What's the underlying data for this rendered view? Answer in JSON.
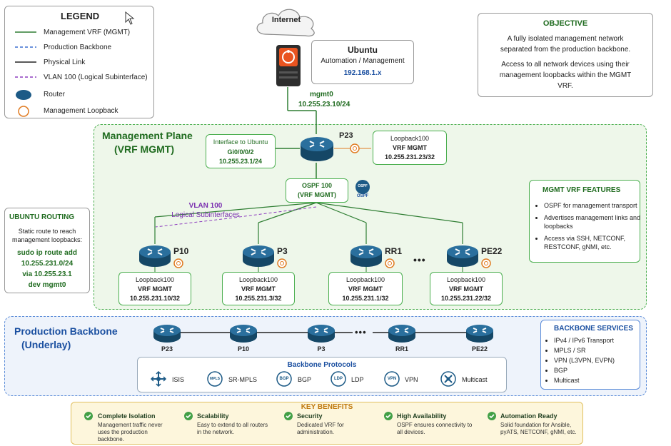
{
  "legend": {
    "title": "LEGEND",
    "items": [
      {
        "label": "Management VRF (MGMT)"
      },
      {
        "label": "Production Backbone"
      },
      {
        "label": "Physical Link"
      },
      {
        "label": "VLAN 100 (Logical Subinterface)"
      },
      {
        "label": "Router"
      },
      {
        "label": "Management Loopback"
      }
    ]
  },
  "internet": {
    "label": "Internet"
  },
  "ubuntu": {
    "title": "Ubuntu",
    "role": "Automation / Management",
    "ip": "192.168.1.x"
  },
  "mgmt0": {
    "name": "mgmt0",
    "ip": "10.255.23.10/24"
  },
  "objective": {
    "title": "OBJECTIVE",
    "p1": "A fully isolated management network separated from the production backbone.",
    "p2": "Access to all network devices using their management loopbacks within the MGMT VRF."
  },
  "mgmt_plane": {
    "title": "Management Plane",
    "subtitle": "(VRF MGMT)"
  },
  "iface_ubuntu": {
    "l1": "Interface to Ubuntu",
    "l2": "Gi0/0/0/2",
    "l3": "10.255.23.1/24"
  },
  "p23": {
    "name": "P23",
    "lb1": "Loopback100",
    "lb2": "VRF MGMT",
    "lb3": "10.255.231.23/32"
  },
  "ospf": {
    "l1": "OSPF 100",
    "l2": "(VRF MGMT)",
    "badge": "OSPF",
    "caption": "OSPF"
  },
  "vlan": {
    "l1": "VLAN 100",
    "l2": "Logical Subinterfaces"
  },
  "routers": [
    {
      "name": "P10",
      "lb1": "Loopback100",
      "lb2": "VRF MGMT",
      "lb3": "10.255.231.10/32"
    },
    {
      "name": "P3",
      "lb1": "Loopback100",
      "lb2": "VRF MGMT",
      "lb3": "10.255.231.3/32"
    },
    {
      "name": "RR1",
      "lb1": "Loopback100",
      "lb2": "VRF MGMT",
      "lb3": "10.255.231.1/32"
    },
    {
      "name": "PE22",
      "lb1": "Loopback100",
      "lb2": "VRF MGMT",
      "lb3": "10.255.231.22/32"
    }
  ],
  "ellipsis": "•••",
  "mgmt_features": {
    "title": "MGMT VRF FEATURES",
    "items": [
      "OSPF for management transport",
      "Advertises management links and loopbacks",
      "Access via SSH, NETCONF, RESTCONF, gNMI, etc."
    ]
  },
  "ubuntu_routing": {
    "title": "UBUNTU ROUTING",
    "desc": "Static route to reach management loopbacks:",
    "c1": "sudo ip route add",
    "c2": "10.255.231.0/24",
    "c3": "via 10.255.23.1",
    "c4": "dev mgmt0"
  },
  "backbone": {
    "title": "Production Backbone",
    "subtitle": "(Underlay)",
    "routers": [
      "P23",
      "P10",
      "P3",
      "RR1",
      "PE22"
    ],
    "protocols_title": "Backbone Protocols",
    "protocols": [
      {
        "label": "ISIS",
        "icon": "isis-icon"
      },
      {
        "label": "SR-MPLS",
        "icon": "sr-mpls-icon",
        "badge": "MPLS"
      },
      {
        "label": "BGP",
        "icon": "bgp-icon",
        "badge": "BGP"
      },
      {
        "label": "LDP",
        "icon": "ldp-icon",
        "badge": "LDP"
      },
      {
        "label": "VPN",
        "icon": "vpn-icon",
        "badge": "VPN"
      },
      {
        "label": "Multicast",
        "icon": "multicast-icon"
      }
    ]
  },
  "backbone_services": {
    "title": "BACKBONE SERVICES",
    "items": [
      "IPv4 / IPv6 Transport",
      "MPLS / SR",
      "VPN (L3VPN, EVPN)",
      "BGP",
      "Multicast"
    ]
  },
  "benefits": {
    "title": "KEY BENEFITS",
    "items": [
      {
        "title": "Complete Isolation",
        "desc": "Management traffic never uses the production backbone."
      },
      {
        "title": "Scalability",
        "desc": "Easy to extend to all routers in the network."
      },
      {
        "title": "Security",
        "desc": "Dedicated VRF for administration."
      },
      {
        "title": "High Availability",
        "desc": "OSPF ensures connectivity to all devices."
      },
      {
        "title": "Automation Ready",
        "desc": "Solid foundation for Ansible, pyATS, NETCONF, gNMI, etc."
      }
    ]
  },
  "colors": {
    "mgmt": "#2e7d32",
    "backbone": "#3b6fd0",
    "vlan": "#8e3fbf",
    "router": "#1c5a86",
    "loopback": "#e07b22"
  }
}
